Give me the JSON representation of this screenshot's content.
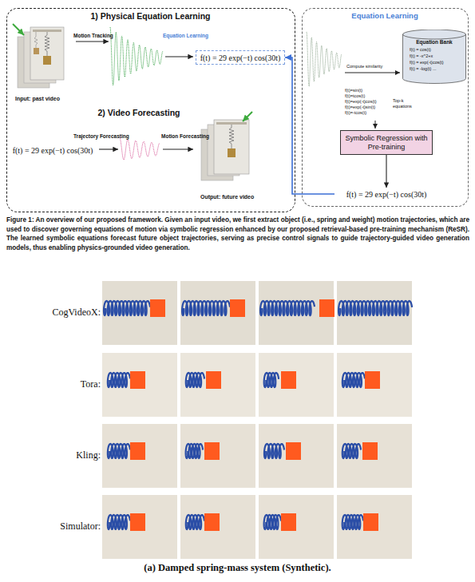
{
  "diagram": {
    "caption": "Figure 1: An overview of our proposed framework. Given an input video, we first extract object (i.e., spring and weight) motion trajectories, which are used to discover governing equations of motion via symbolic regression enhanced by our proposed retrieval-based pre-training mechanism (ReSR). The learned symbolic equations forecast future object trajectories, serving as precise control signals to guide trajectory-guided video generation models, thus enabling physics-grounded video generation.",
    "nodes": [
      {
        "text": [
          "1) Physical Equation Learning",
          "2) Video Forecasting"
        ]
      },
      {
        "text": [
          "Input: past video"
        ],
        "in": 0
      },
      {
        "text": [
          "f(t) = 29 exp(−t) cos(30t)"
        ],
        "in": 0
      },
      {
        "text": [
          "f(t) = 29 exp(−t) cos(30t)"
        ],
        "in": 0
      },
      {
        "text": [
          "Output: future video"
        ],
        "in": 0
      },
      {
        "text": [
          "Equation Learning"
        ]
      },
      {
        "text": [
          "Equation Bank",
          "f(t) = cos(t)",
          "f(t) = -x^2+x",
          "f(t) = exp(-t)cos(t)",
          "f(t) = -log(t) ..."
        ],
        "in": 5
      },
      {
        "text": [
          "Symbolic Regression with Pre-training"
        ],
        "in": 5
      },
      {
        "text": [
          "f(t) = 29 exp(−t) cos(30t)"
        ],
        "in": 5
      }
    ],
    "edges": [
      {
        "from": 7,
        "to": 8,
        "arrow": "to"
      },
      {
        "from": 8,
        "to": 2,
        "arrow": "to"
      }
    ],
    "labels": [
      "Motion Tracking",
      "Equation Learning",
      "Trajectory Forecasting",
      "Motion Forecasting",
      "Compute similarity",
      "f(t)=sin(t)",
      "f(t)=tcos(t)",
      "f(t)=exp(-t)cos(t)",
      "f(t)=exp(-t)sin(t)",
      "f(t)=-tcos(t)",
      "Top-k equations",
      "CogVideoX:",
      "Tora:",
      "Kling:",
      "Simulator:",
      "(a) Damped spring-mass system (Synthetic)."
    ]
  }
}
